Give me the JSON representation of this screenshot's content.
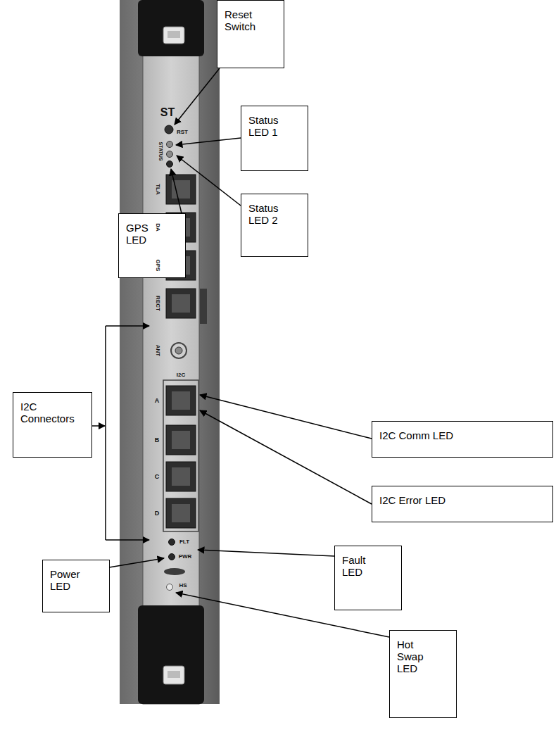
{
  "diagram": {
    "nodes": [
      {
        "text": [
          "Reset Switch"
        ]
      },
      {
        "text": [
          "Status LED 1"
        ]
      },
      {
        "text": [
          "Status LED 2"
        ]
      },
      {
        "text": [
          "GPS LED"
        ]
      },
      {
        "text": [
          "I2C Connectors"
        ]
      },
      {
        "text": [
          "I2C Comm LED"
        ]
      },
      {
        "text": [
          "I2C Error LED"
        ]
      },
      {
        "text": [
          "Fault LED"
        ]
      },
      {
        "text": [
          "Power LED"
        ]
      },
      {
        "text": [
          "Hot Swap LED"
        ]
      }
    ],
    "labels": [
      "ST",
      "RST",
      "STATUS",
      "TLA",
      "DA",
      "GPS",
      "RECT",
      "ANT",
      "I2C",
      "A",
      "B",
      "C",
      "D",
      "FLT",
      "PWR",
      "HS"
    ]
  }
}
